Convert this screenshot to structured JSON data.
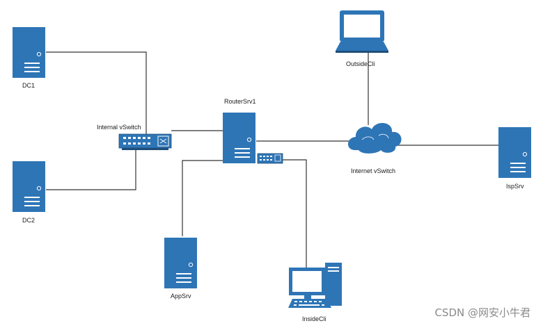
{
  "colors": {
    "device": "#2e75b6",
    "line": "#333333",
    "text": "#1a1a1a"
  },
  "nodes": {
    "dc1": {
      "label": "DC1",
      "icon": "server-icon"
    },
    "dc2": {
      "label": "DC2",
      "icon": "server-icon"
    },
    "int_sw": {
      "label": "Internal vSwitch",
      "icon": "switch-icon"
    },
    "router": {
      "label": "RouterSrv1",
      "icon": "server-icon"
    },
    "small_sw": {
      "label": "",
      "icon": "switch-icon"
    },
    "outside": {
      "label": "OutsideCli",
      "icon": "laptop-icon"
    },
    "cloud": {
      "label": "Internet vSwitch",
      "icon": "cloud-icon"
    },
    "isp": {
      "label": "IspSrv",
      "icon": "server-icon"
    },
    "app": {
      "label": "AppSrv",
      "icon": "server-icon"
    },
    "inside": {
      "label": "InsideCli",
      "icon": "desktop-icon"
    }
  },
  "watermark": "CSDN @网安小牛君"
}
